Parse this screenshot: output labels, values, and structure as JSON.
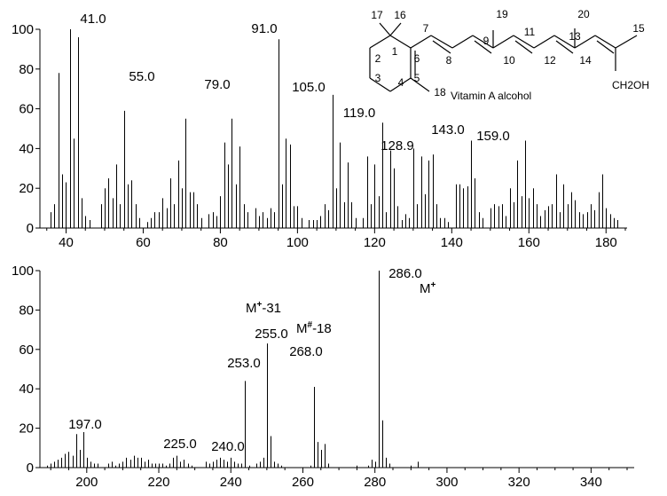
{
  "chart_data": [
    {
      "type": "bar",
      "title": "",
      "xlabel": "",
      "ylabel": "",
      "xlim": [
        30,
        185
      ],
      "ylim": [
        0,
        100
      ],
      "xticks": [
        40,
        60,
        80,
        100,
        120,
        140,
        160,
        180
      ],
      "yticks": [
        0,
        20,
        40,
        60,
        80,
        100
      ],
      "peaks": [
        [
          36,
          8
        ],
        [
          37,
          12
        ],
        [
          38,
          78
        ],
        [
          39,
          27
        ],
        [
          40,
          23
        ],
        [
          41,
          100
        ],
        [
          42,
          45
        ],
        [
          43,
          96
        ],
        [
          44,
          15
        ],
        [
          45,
          6
        ],
        [
          46,
          4
        ],
        [
          49,
          12
        ],
        [
          50,
          20
        ],
        [
          51,
          25
        ],
        [
          52,
          15
        ],
        [
          53,
          32
        ],
        [
          54,
          12
        ],
        [
          55,
          59
        ],
        [
          56,
          22
        ],
        [
          57,
          24
        ],
        [
          58,
          12
        ],
        [
          59,
          5
        ],
        [
          61,
          3
        ],
        [
          62,
          5
        ],
        [
          63,
          8
        ],
        [
          64,
          8
        ],
        [
          65,
          15
        ],
        [
          66,
          10
        ],
        [
          67,
          25
        ],
        [
          68,
          12
        ],
        [
          69,
          34
        ],
        [
          70,
          20
        ],
        [
          71,
          55
        ],
        [
          72,
          18
        ],
        [
          73,
          18
        ],
        [
          74,
          12
        ],
        [
          75,
          5
        ],
        [
          77,
          7
        ],
        [
          78,
          8
        ],
        [
          79,
          6
        ],
        [
          80,
          16
        ],
        [
          81,
          43
        ],
        [
          82,
          32
        ],
        [
          83,
          55
        ],
        [
          84,
          22
        ],
        [
          85,
          41
        ],
        [
          86,
          12
        ],
        [
          87,
          8
        ],
        [
          89,
          10
        ],
        [
          90,
          6
        ],
        [
          91,
          8
        ],
        [
          92,
          5
        ],
        [
          93,
          10
        ],
        [
          94,
          8
        ],
        [
          95,
          95
        ],
        [
          96,
          22
        ],
        [
          97,
          45
        ],
        [
          98,
          42
        ],
        [
          99,
          11
        ],
        [
          100,
          11
        ],
        [
          101,
          5
        ],
        [
          103,
          4
        ],
        [
          104,
          4
        ],
        [
          105,
          4
        ],
        [
          106,
          6
        ],
        [
          107,
          12
        ],
        [
          108,
          9
        ],
        [
          109,
          67
        ],
        [
          110,
          20
        ],
        [
          111,
          43
        ],
        [
          112,
          13
        ],
        [
          113,
          33
        ],
        [
          114,
          13
        ],
        [
          115,
          5
        ],
        [
          117,
          5
        ],
        [
          118,
          36
        ],
        [
          119,
          12
        ],
        [
          120,
          32
        ],
        [
          121,
          16
        ],
        [
          122,
          53
        ],
        [
          123,
          8
        ],
        [
          124,
          39
        ],
        [
          125,
          30
        ],
        [
          126,
          11
        ],
        [
          127,
          4
        ],
        [
          128,
          7
        ],
        [
          129,
          5
        ],
        [
          130,
          40
        ],
        [
          131,
          12
        ],
        [
          132,
          36
        ],
        [
          133,
          17
        ],
        [
          134,
          34
        ],
        [
          135,
          37
        ],
        [
          136,
          12
        ],
        [
          137,
          5
        ],
        [
          138,
          5
        ],
        [
          139,
          3
        ],
        [
          141,
          22
        ],
        [
          142,
          22
        ],
        [
          143,
          20
        ],
        [
          144,
          21
        ],
        [
          145,
          44
        ],
        [
          146,
          25
        ],
        [
          147,
          8
        ],
        [
          148,
          5
        ],
        [
          150,
          10
        ],
        [
          151,
          12
        ],
        [
          152,
          11
        ],
        [
          153,
          12
        ],
        [
          154,
          6
        ],
        [
          155,
          20
        ],
        [
          156,
          13
        ],
        [
          157,
          34
        ],
        [
          158,
          16
        ],
        [
          159,
          44
        ],
        [
          160,
          15
        ],
        [
          161,
          20
        ],
        [
          162,
          12
        ],
        [
          163,
          6
        ],
        [
          164,
          9
        ],
        [
          165,
          11
        ],
        [
          166,
          12
        ],
        [
          167,
          27
        ],
        [
          168,
          8
        ],
        [
          169,
          22
        ],
        [
          170,
          12
        ],
        [
          171,
          18
        ],
        [
          172,
          14
        ],
        [
          173,
          8
        ],
        [
          174,
          7
        ],
        [
          175,
          8
        ],
        [
          176,
          12
        ],
        [
          177,
          9
        ],
        [
          178,
          18
        ],
        [
          179,
          27
        ],
        [
          180,
          10
        ],
        [
          181,
          7
        ],
        [
          182,
          5
        ],
        [
          183,
          4
        ]
      ],
      "peak_labels": [
        {
          "x": 41,
          "text": "41.0"
        },
        {
          "x": 55,
          "text": "55.0"
        },
        {
          "x": 79,
          "text": "79.0"
        },
        {
          "x": 91,
          "text": "91.0"
        },
        {
          "x": 105,
          "text": "105.0"
        },
        {
          "x": 119,
          "text": "119.0"
        },
        {
          "x": 128.9,
          "text": "128.9"
        },
        {
          "x": 143,
          "text": "143.0"
        },
        {
          "x": 159,
          "text": "159.0"
        }
      ],
      "annotations": [],
      "grid": false,
      "legend": []
    },
    {
      "type": "bar",
      "title": "",
      "xlabel": "",
      "ylabel": "",
      "xlim": [
        187,
        350
      ],
      "ylim": [
        0,
        100
      ],
      "xticks": [
        200,
        220,
        240,
        260,
        280,
        300,
        320,
        340
      ],
      "yticks": [
        0,
        20,
        40,
        60,
        80,
        100
      ],
      "peaks": [
        [
          189,
          1
        ],
        [
          190,
          2
        ],
        [
          191,
          3
        ],
        [
          192,
          4
        ],
        [
          193,
          5
        ],
        [
          194,
          7
        ],
        [
          195,
          8
        ],
        [
          196,
          6
        ],
        [
          197,
          17
        ],
        [
          198,
          9
        ],
        [
          199,
          18
        ],
        [
          200,
          5
        ],
        [
          201,
          3
        ],
        [
          202,
          2
        ],
        [
          203,
          2
        ],
        [
          206,
          2
        ],
        [
          207,
          3
        ],
        [
          208,
          1
        ],
        [
          209,
          2
        ],
        [
          210,
          3
        ],
        [
          211,
          5
        ],
        [
          212,
          4
        ],
        [
          213,
          6
        ],
        [
          214,
          5
        ],
        [
          215,
          5
        ],
        [
          216,
          3
        ],
        [
          217,
          4
        ],
        [
          218,
          2
        ],
        [
          219,
          2
        ],
        [
          220,
          2
        ],
        [
          221,
          2
        ],
        [
          222,
          1
        ],
        [
          223,
          2
        ],
        [
          224,
          5
        ],
        [
          225,
          6
        ],
        [
          226,
          3
        ],
        [
          227,
          4
        ],
        [
          228,
          2
        ],
        [
          229,
          1
        ],
        [
          233,
          3
        ],
        [
          234,
          2
        ],
        [
          235,
          3
        ],
        [
          236,
          4
        ],
        [
          237,
          5
        ],
        [
          238,
          4
        ],
        [
          239,
          3
        ],
        [
          240,
          5
        ],
        [
          241,
          3
        ],
        [
          242,
          2
        ],
        [
          243,
          2
        ],
        [
          244,
          44
        ],
        [
          245,
          1
        ],
        [
          247,
          2
        ],
        [
          248,
          3
        ],
        [
          249,
          5
        ],
        [
          250,
          63
        ],
        [
          251,
          16
        ],
        [
          252,
          3
        ],
        [
          253,
          2
        ],
        [
          254,
          1
        ],
        [
          262,
          1
        ],
        [
          263,
          41
        ],
        [
          264,
          13
        ],
        [
          265,
          9
        ],
        [
          266,
          12
        ],
        [
          267,
          2
        ],
        [
          275,
          1
        ],
        [
          278,
          1
        ],
        [
          279,
          4
        ],
        [
          280,
          3
        ],
        [
          281,
          100
        ],
        [
          282,
          24
        ],
        [
          283,
          5
        ],
        [
          284,
          2
        ],
        [
          290,
          1
        ],
        [
          292,
          3
        ]
      ],
      "peak_labels": [
        {
          "x": 197,
          "text": "197.0"
        },
        {
          "x": 225,
          "text": "225.0"
        },
        {
          "x": 240,
          "text": "240.0"
        },
        {
          "x": 253,
          "text": "253.0"
        },
        {
          "x": 255,
          "text": "255.0"
        },
        {
          "x": 268,
          "text": "268.0"
        },
        {
          "x": 286,
          "text": "286.0"
        }
      ],
      "annotations": [
        {
          "text": "M",
          "sup": "+",
          "suffix": "-31",
          "near": 255
        },
        {
          "text": "M",
          "sup": "#",
          "suffix": "-18",
          "near": 268
        },
        {
          "text": "M",
          "sup": "+",
          "suffix": "",
          "near": 286
        }
      ],
      "grid": false,
      "legend": []
    }
  ],
  "structure": {
    "name": "Vitamin A alcohol",
    "group": "CH2OH",
    "atom_numbers": [
      "1",
      "2",
      "3",
      "4",
      "5",
      "6",
      "7",
      "8",
      "9",
      "10",
      "11",
      "12",
      "13",
      "14",
      "15",
      "16",
      "17",
      "18",
      "19",
      "20"
    ]
  }
}
